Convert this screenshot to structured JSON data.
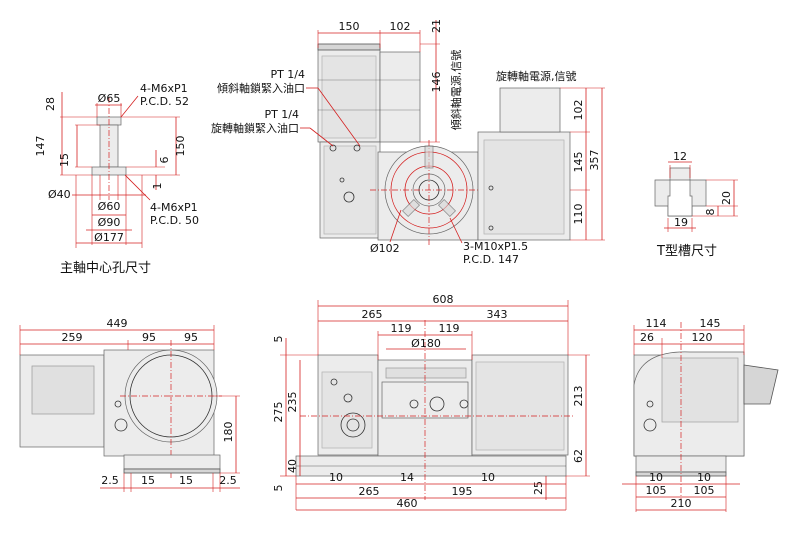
{
  "detail_spindle": {
    "callout_top": "4-M6xP1",
    "callout_top_pcd": "P.C.D. 52",
    "callout_bottom": "4-M6xP1",
    "callout_bottom_pcd": "P.C.D. 50",
    "d65": "Ø65",
    "d40": "Ø40",
    "d60": "Ø60",
    "d90": "Ø90",
    "d177": "Ø177",
    "v28": "28",
    "v147": "147",
    "v15": "15",
    "v150": "150",
    "v6": "6",
    "v1": "1",
    "title": "主軸中心孔尺寸"
  },
  "top_view": {
    "pt1": "PT 1/4",
    "pt1_desc": "傾斜軸鎖緊入油口",
    "pt2": "PT 1/4",
    "pt2_desc": "旋轉軸鎖緊入油口",
    "motor_label": "傾斜軸電源,信號",
    "rot_motor_label": "旋轉軸電源,信號",
    "d150": "150",
    "d102": "102",
    "d21": "21",
    "d146": "146",
    "r102": "102",
    "r145": "145",
    "r357": "357",
    "r110": "110",
    "phi102": "Ø102",
    "m10": "3-M10xP1.5",
    "m10_pcd": "P.C.D. 147"
  },
  "tslot": {
    "w12": "12",
    "h20": "20",
    "h8": "8",
    "w19": "19",
    "title": "T型槽尺寸"
  },
  "left_view": {
    "d449": "449",
    "d259": "259",
    "d95a": "95",
    "d95b": "95",
    "d180": "180",
    "b25a": "2.5",
    "b15a": "15",
    "b15b": "15",
    "b25b": "2.5"
  },
  "front_view": {
    "d608": "608",
    "d265": "265",
    "d343": "343",
    "d119a": "119",
    "d119b": "119",
    "phi180": "Ø180",
    "v5a": "5",
    "v275": "275",
    "v235": "235",
    "v40": "40",
    "v5b": "5",
    "v213": "213",
    "v62": "62",
    "v25": "25",
    "b10a": "10",
    "b14": "14",
    "b10b": "10",
    "b265": "265",
    "b195": "195",
    "b460": "460"
  },
  "right_view": {
    "d114": "114",
    "d145": "145",
    "d26": "26",
    "d120": "120",
    "b10a": "10",
    "b10b": "10",
    "b105a": "105",
    "b105b": "105",
    "b210": "210"
  }
}
